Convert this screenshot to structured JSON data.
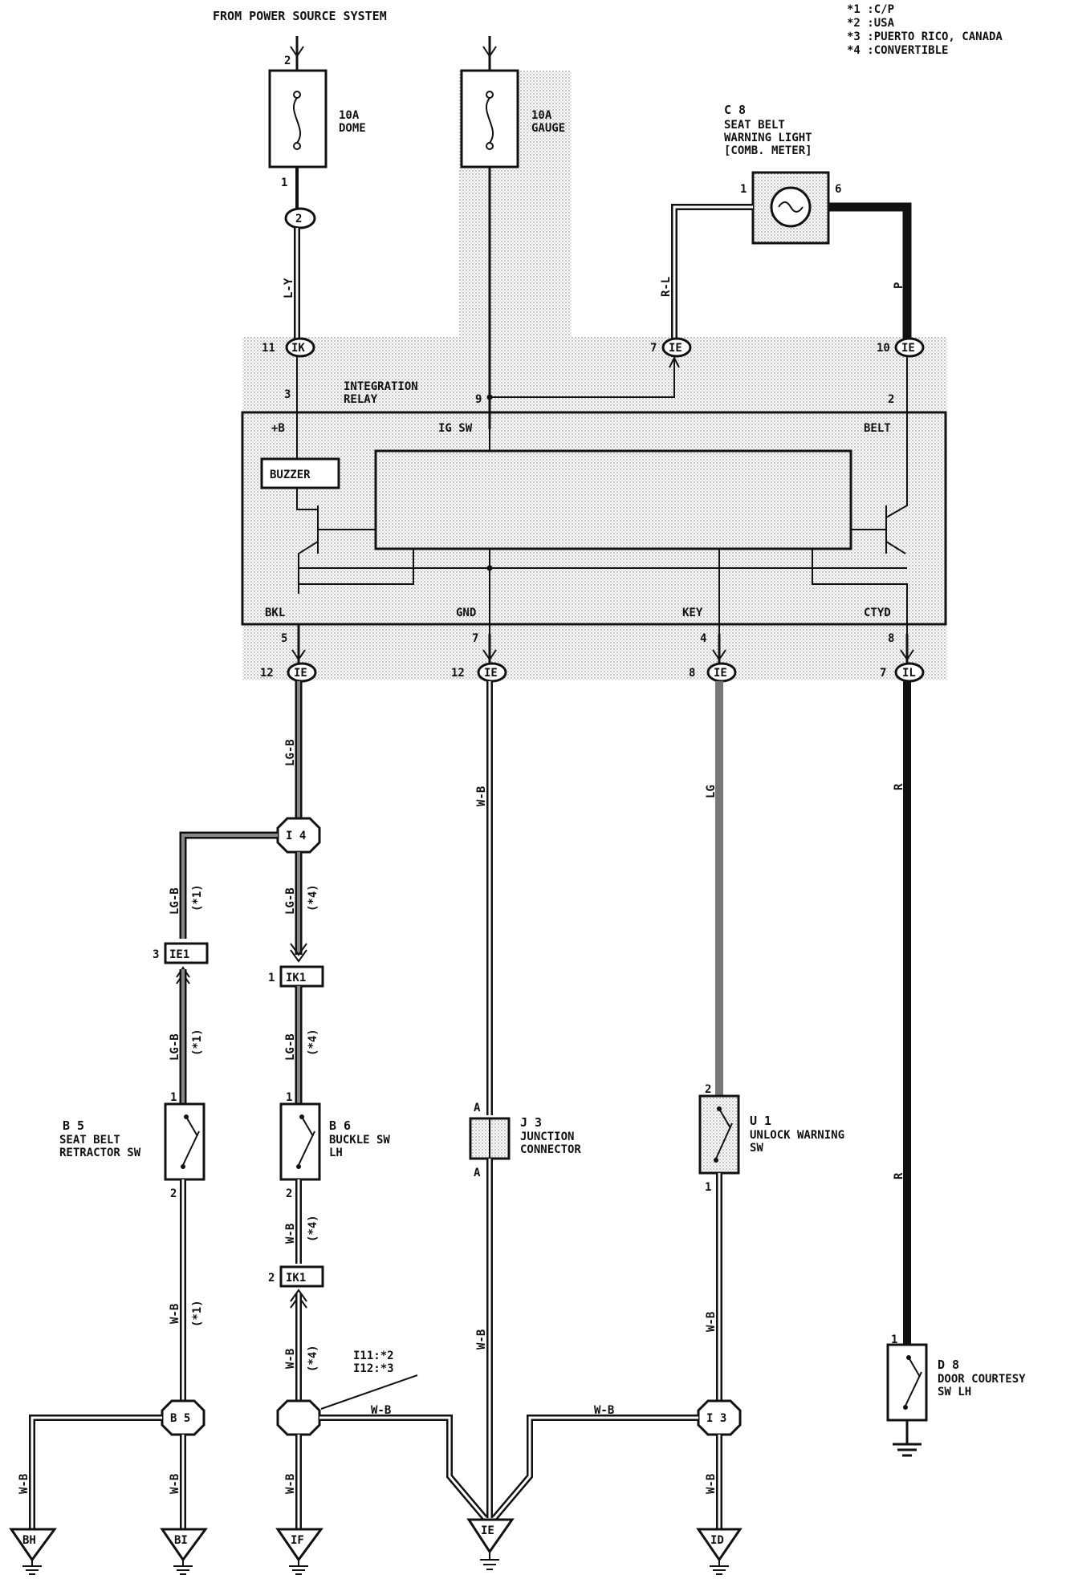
{
  "header": {
    "source": "FROM POWER SOURCE SYSTEM",
    "notes": [
      "*1  :C/P",
      "*2  :USA",
      "*3  :PUERTO RICO, CANADA",
      "*4  :CONVERTIBLE"
    ]
  },
  "fuses": {
    "dome": [
      "10A",
      "DOME"
    ],
    "gauge": [
      "10A",
      "GAUGE"
    ]
  },
  "seat_belt_light": {
    "code": "C 8",
    "lines": [
      "SEAT BELT",
      "WARNING LIGHT",
      "[COMB. METER]"
    ]
  },
  "relay": {
    "lines": [
      "INTEGRATION",
      "RELAY"
    ],
    "buzzer": "BUZZER",
    "pins_top": [
      "+B",
      "IG SW",
      "BELT"
    ],
    "pins_bottom": [
      "BKL",
      "GND",
      "KEY",
      "CTYD"
    ]
  },
  "connectors": {
    "c2": "2",
    "ik": "IK",
    "ie": "IE",
    "il": "IL",
    "i4": "I 4",
    "ie1": "IE1",
    "ik1": "IK1",
    "b5": "B 5",
    "i3": "I 3",
    "i11": "I11:*2",
    "i12": "I12:*3"
  },
  "components": {
    "b5": [
      "B 5",
      "SEAT BELT",
      "RETRACTOR SW"
    ],
    "b6": [
      "B 6",
      "BUCKLE SW",
      "LH"
    ],
    "j3": [
      "J 3",
      "JUNCTION",
      "CONNECTOR"
    ],
    "u1": [
      "U 1",
      "UNLOCK WARNING",
      "SW"
    ],
    "d8": [
      "D 8",
      "DOOR COURTESY",
      "SW LH"
    ]
  },
  "grounds": [
    "BH",
    "BI",
    "IF",
    "IE",
    "ID"
  ],
  "wires": {
    "ly": "L-Y",
    "rl": "R-L",
    "p": "P",
    "lgb": "LG-B",
    "wb": "W-B",
    "lg": "LG",
    "r": "R",
    "n1": "(*1)",
    "n4": "(*4)"
  },
  "pins": [
    "1",
    "2",
    "3",
    "4",
    "5",
    "6",
    "7",
    "8",
    "9",
    "10",
    "11",
    "12",
    "A"
  ]
}
